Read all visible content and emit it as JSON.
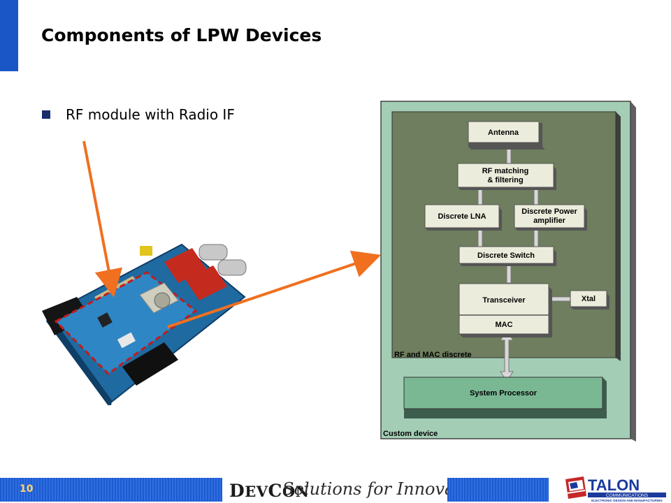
{
  "slide": {
    "title": "Components of LPW Devices",
    "bullet": "RF module with Radio IF"
  },
  "diagram": {
    "blocks": {
      "antenna": "Antenna",
      "rf_matching_line1": "RF matching",
      "rf_matching_line2": "& filtering",
      "discrete_lna": "Discrete LNA",
      "power_amp_line1": "Discrete Power",
      "power_amp_line2": "amplifier",
      "discrete_switch": "Discrete Switch",
      "transceiver": "Transceiver",
      "mac": "MAC",
      "xtal": "Xtal",
      "system_processor": "System Processor"
    },
    "rf_mac_label": "RF and MAC discrete",
    "custom_device_label": "Custom device"
  },
  "footer": {
    "page_number": "10",
    "devcon_logo": "DEVCON",
    "tagline": "Solutions for Innovation",
    "talon_logo_name": "TALON",
    "talon_logo_line1": "COMMUNICATIONS",
    "talon_logo_line2": "ELECTRONIC DESIGN AND MANUFACTURING"
  },
  "colors": {
    "accent_blue": "#1a56c6",
    "arrow_orange": "#f07020",
    "diagram_outer": "#a3cdb5",
    "diagram_inner": "#6e7e5e",
    "block_fill": "#ececdc",
    "processor_fill": "#7ab894"
  }
}
